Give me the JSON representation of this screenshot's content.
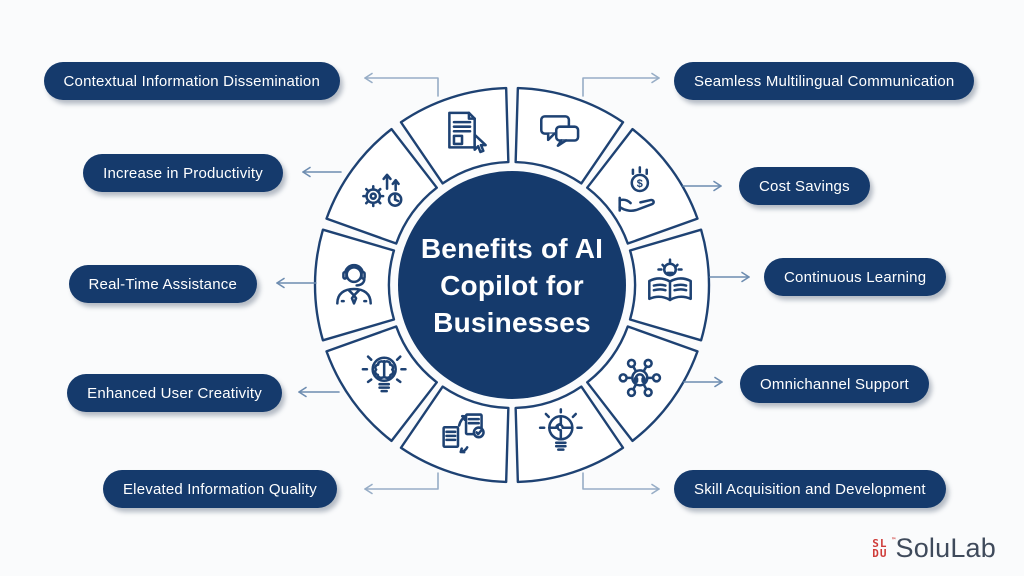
{
  "title": {
    "lines": [
      "Benefits of AI",
      "Copilot for",
      "Businesses"
    ]
  },
  "benefits": {
    "left": [
      {
        "label": "Contextual Information Dissemination",
        "icon": "document-hand-icon"
      },
      {
        "label": "Increase in Productivity",
        "icon": "gears-growth-icon"
      },
      {
        "label": "Real-Time Assistance",
        "icon": "support-agent-icon"
      },
      {
        "label": "Enhanced User Creativity",
        "icon": "brain-lightbulb-icon"
      },
      {
        "label": "Elevated Information Quality",
        "icon": "documents-transfer-icon"
      }
    ],
    "right": [
      {
        "label": "Seamless Multilingual Communication",
        "icon": "chat-bubbles-icon"
      },
      {
        "label": "Cost Savings",
        "icon": "dollar-hand-icon"
      },
      {
        "label": "Continuous Learning",
        "icon": "book-lightbulb-icon"
      },
      {
        "label": "Omnichannel Support",
        "icon": "network-headset-icon"
      },
      {
        "label": "Skill Acquisition and Development",
        "icon": "puzzle-lightbulb-icon"
      }
    ]
  },
  "logo": {
    "name": "SoluLab",
    "mark_line1": "SL",
    "mark_line2": "DU",
    "trademark": "™"
  },
  "colors": {
    "navy": "#153a6c",
    "outline": "#1e4273",
    "arrow_light": "#97adc6",
    "arrow_mid": "#6d8cb0",
    "background": "#fafbfc",
    "pill_text": "#ffffff",
    "logo_text": "#3f4a5b",
    "logo_mark": "#cf3b38"
  }
}
